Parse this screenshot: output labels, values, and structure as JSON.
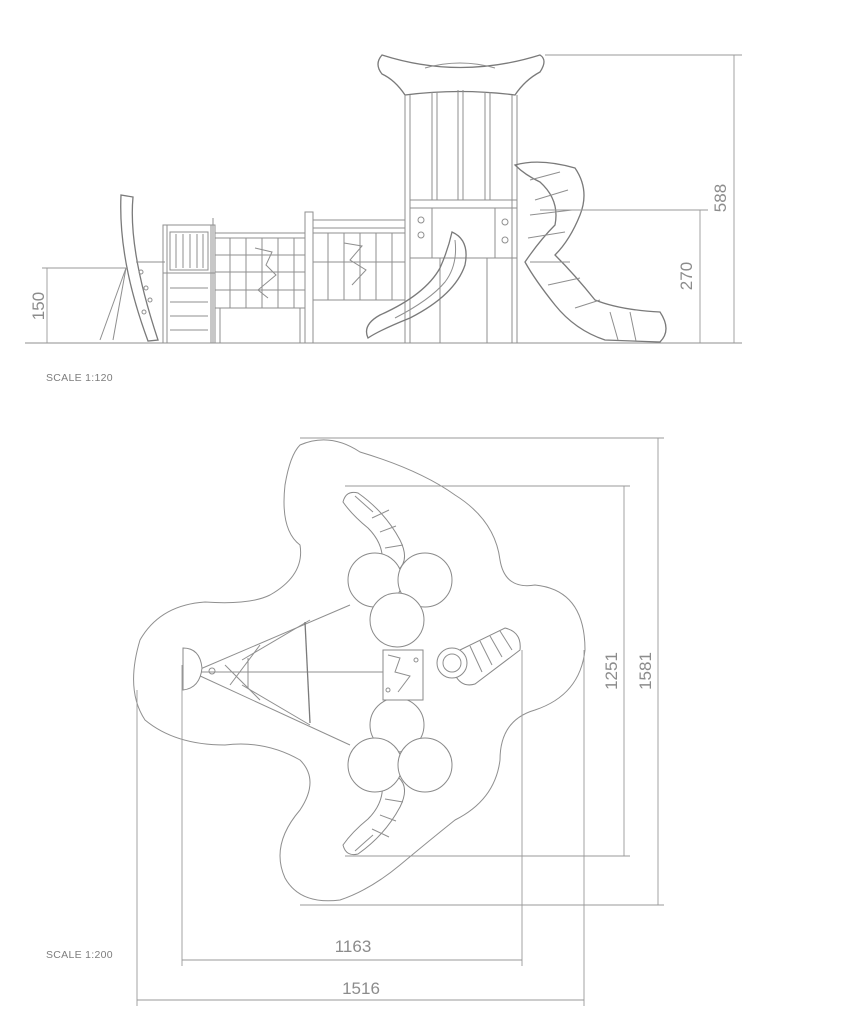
{
  "elevation": {
    "scale_label": "SCALE 1:120",
    "dims": {
      "total_height": "588",
      "platform_height": "270",
      "left_height": "150"
    }
  },
  "plan": {
    "scale_label": "SCALE 1:200",
    "dims": {
      "inner_height": "1251",
      "outer_height": "1581",
      "inner_width": "1163",
      "outer_width": "1516"
    }
  }
}
